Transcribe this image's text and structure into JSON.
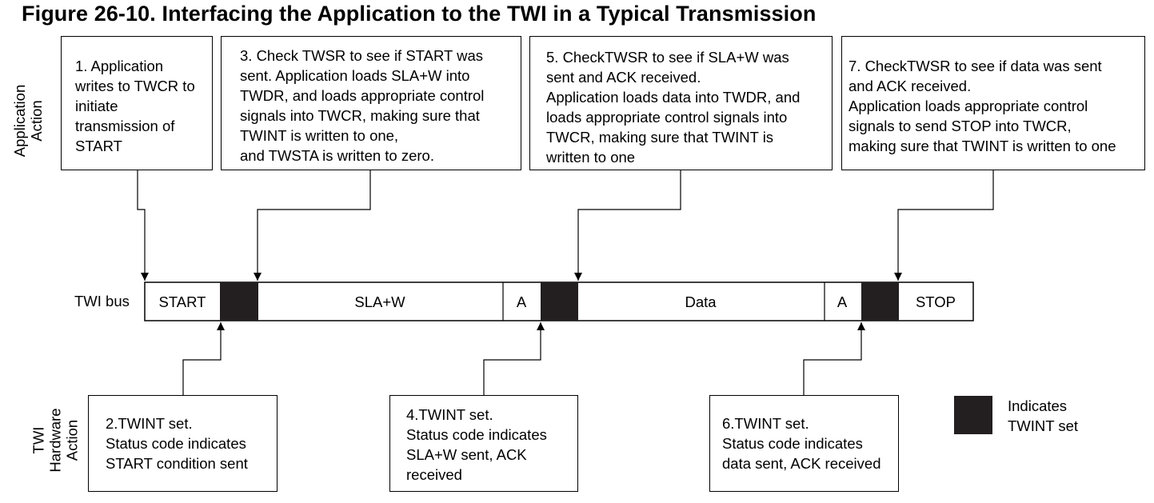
{
  "figure_title": "Figure 26-10.  Interfacing the Application to the TWI in a Typical Transmission",
  "lanes": {
    "application": "Application\nAction",
    "hardware": "TWI\nHardware\nAction"
  },
  "bus": {
    "label": "TWI bus",
    "segments": [
      "START",
      "SLA+W",
      "A",
      "Data",
      "A",
      "STOP"
    ]
  },
  "application_steps": [
    "1. Application\nwrites to TWCR to\ninitiate\ntransmission of\nSTART",
    "3. Check TWSR to see if START was\nsent. Application loads SLA+W into\nTWDR, and loads appropriate control\nsignals into TWCR, making sure that\nTWINT is written to one,\nand TWSTA is written to zero.",
    "5. CheckTWSR to see if SLA+W was\nsent and ACK received.\nApplication loads data into TWDR, and\nloads appropriate control signals into\nTWCR, making sure that TWINT is\nwritten to one",
    "7. CheckTWSR to see if data was sent\nand ACK received.\nApplication loads appropriate control\nsignals to send STOP into TWCR,\nmaking sure that TWINT is written to one"
  ],
  "hardware_steps": [
    "2.TWINT set.\nStatus code indicates\nSTART condition sent",
    "4.TWINT set.\nStatus code indicates\nSLA+W sent, ACK\nreceived",
    "6.TWINT set.\nStatus code indicates\ndata sent, ACK received"
  ],
  "legend": {
    "label": "Indicates\nTWINT set"
  },
  "colors": {
    "twint_block": "#231f20",
    "line": "#000000",
    "background": "#ffffff"
  }
}
